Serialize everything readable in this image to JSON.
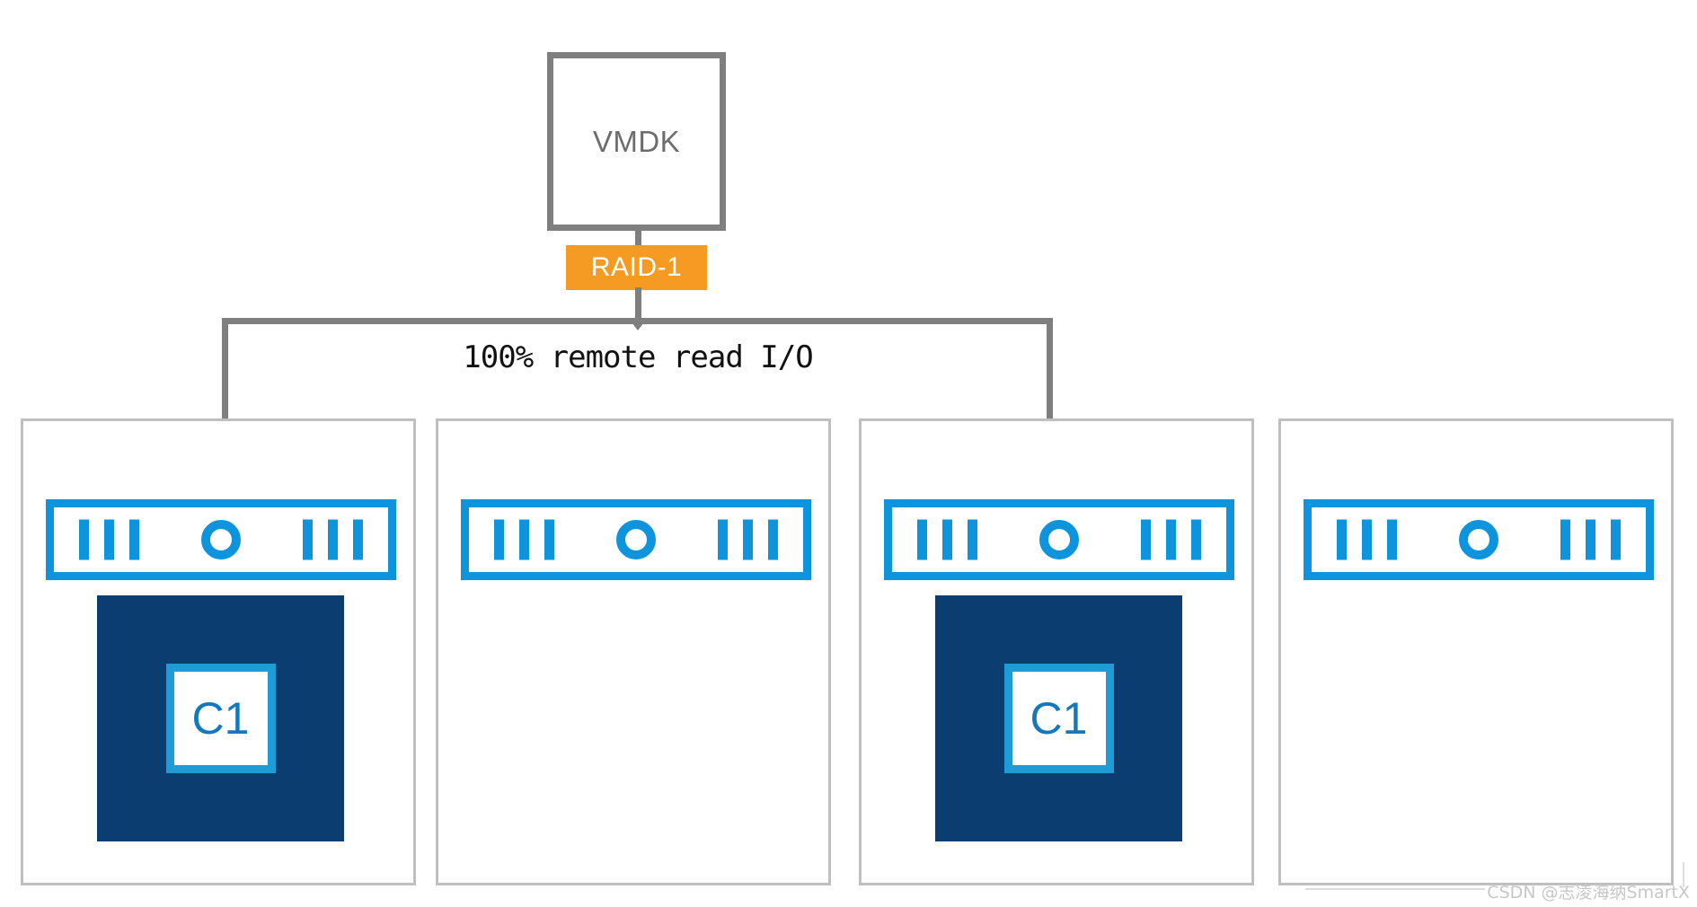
{
  "diagram": {
    "title": "VMDK RAID-1 remote read I/O topology",
    "colors": {
      "accent_blue": "#0d94dd",
      "component_navy": "#0b3d71",
      "raid_orange": "#f59a23",
      "line_grey": "#7f7f7f",
      "host_border": "#bfbfbf"
    }
  },
  "vmdk": {
    "label": "VMDK"
  },
  "raid": {
    "label": "RAID-1"
  },
  "caption": {
    "text": "100% remote read I/O"
  },
  "hosts": [
    {
      "id": "host-1",
      "has_arrow": true,
      "server_icon": "server-icon",
      "component": {
        "label": "C1",
        "present": true
      }
    },
    {
      "id": "host-2",
      "has_arrow": false,
      "server_icon": "server-icon",
      "component": {
        "label": "",
        "present": false
      }
    },
    {
      "id": "host-3",
      "has_arrow": true,
      "server_icon": "server-icon",
      "component": {
        "label": "C1",
        "present": true
      }
    },
    {
      "id": "host-4",
      "has_arrow": false,
      "server_icon": "server-icon",
      "component": {
        "label": "",
        "present": false
      }
    }
  ],
  "watermark": {
    "text": "CSDN @志凌海纳SmartX"
  }
}
